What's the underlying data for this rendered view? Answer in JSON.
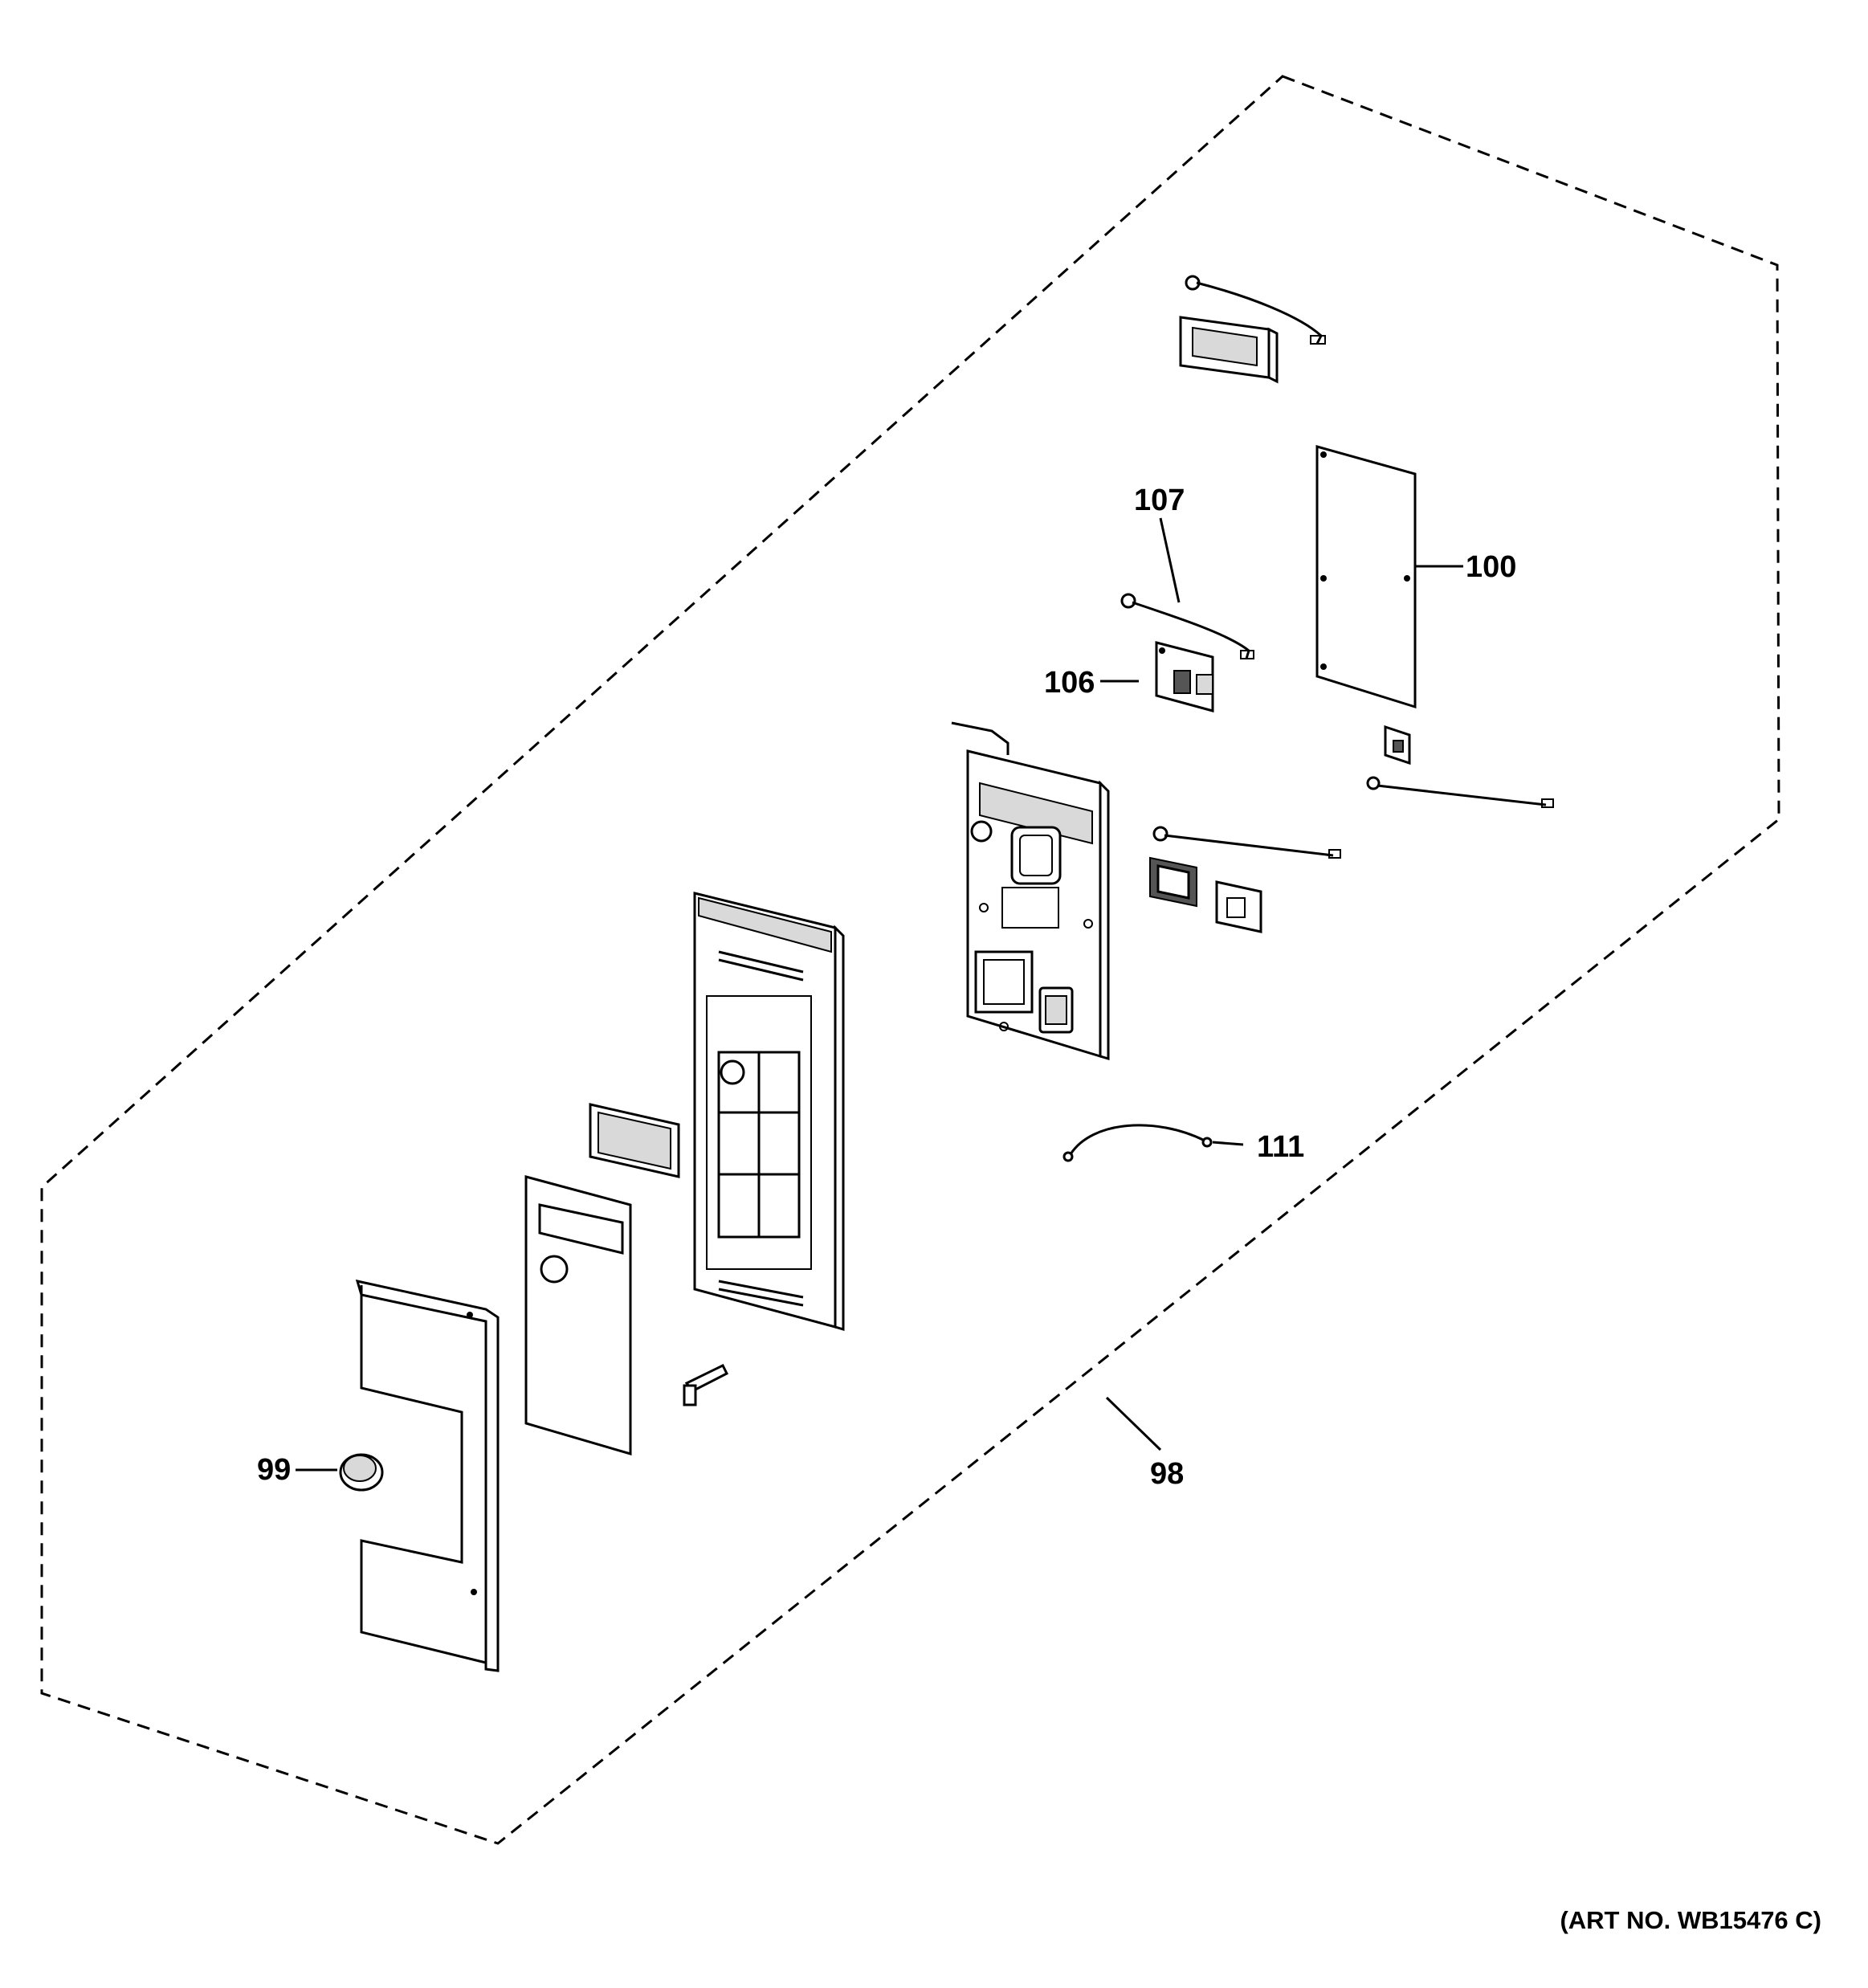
{
  "diagram": {
    "callouts": {
      "c98": "98",
      "c99": "99",
      "c100": "100",
      "c106": "106",
      "c107": "107",
      "c111": "111"
    },
    "art_number": "(ART NO. WB15476 C)"
  }
}
